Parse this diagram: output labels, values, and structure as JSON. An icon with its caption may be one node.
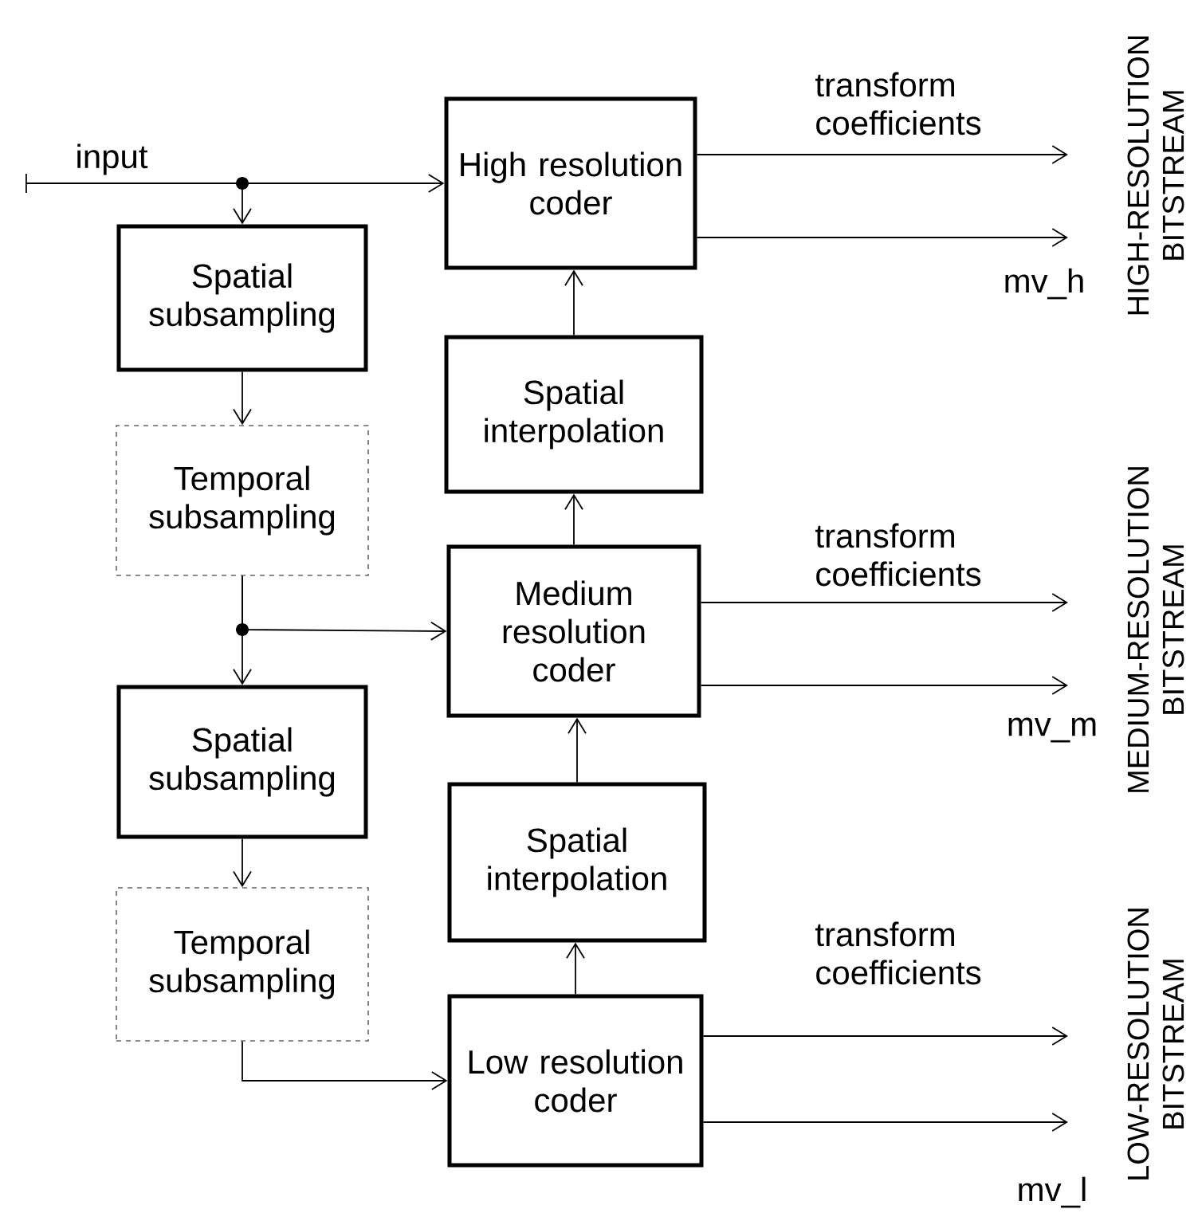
{
  "diagram": {
    "nodes": [
      {
        "text": [
          "Spatial subsampling"
        ]
      },
      {
        "text": [
          "Temporal subsampling"
        ]
      },
      {
        "text": [
          "Spatial subsampling"
        ]
      },
      {
        "text": [
          "Temporal subsampling"
        ]
      },
      {
        "text": [
          "High resolution coder"
        ]
      },
      {
        "text": [
          "Spatial interpolation"
        ]
      },
      {
        "text": [
          "Medium resolution coder"
        ]
      },
      {
        "text": [
          "Spatial interpolation"
        ]
      },
      {
        "text": [
          "Low resolution coder"
        ]
      }
    ],
    "edges": [
      {
        "from": null,
        "to": 4,
        "arrow": "to",
        "label": "input"
      },
      {
        "from": null,
        "to": 0,
        "arrow": "to"
      },
      {
        "from": 0,
        "to": 1,
        "arrow": "to"
      },
      {
        "from": 1,
        "to": 6,
        "arrow": "to"
      },
      {
        "from": 1,
        "to": 2,
        "arrow": "to"
      },
      {
        "from": 2,
        "to": 3,
        "arrow": "to"
      },
      {
        "from": 3,
        "to": 8,
        "arrow": "to"
      },
      {
        "from": 8,
        "to": 7,
        "arrow": "to"
      },
      {
        "from": 7,
        "to": 6,
        "arrow": "to"
      },
      {
        "from": 6,
        "to": 5,
        "arrow": "to"
      },
      {
        "from": 5,
        "to": 4,
        "arrow": "to"
      },
      {
        "from": 4,
        "to": null,
        "arrow": "to",
        "label": "transform coefficients"
      },
      {
        "from": 4,
        "to": null,
        "arrow": "to",
        "label": "mv_h"
      },
      {
        "from": 6,
        "to": null,
        "arrow": "to",
        "label": "transform coefficients"
      },
      {
        "from": 6,
        "to": null,
        "arrow": "to",
        "label": "mv_m"
      },
      {
        "from": 8,
        "to": null,
        "arrow": "to",
        "label": "transform coefficients"
      },
      {
        "from": 8,
        "to": null,
        "arrow": "to",
        "label": "mv_l"
      }
    ],
    "labels": [
      "HIGH-RESOLUTION BITSTREAM",
      "MEDIUM-RESOLUTION BITSTREAM",
      "LOW-RESOLUTION BITSTREAM"
    ]
  }
}
